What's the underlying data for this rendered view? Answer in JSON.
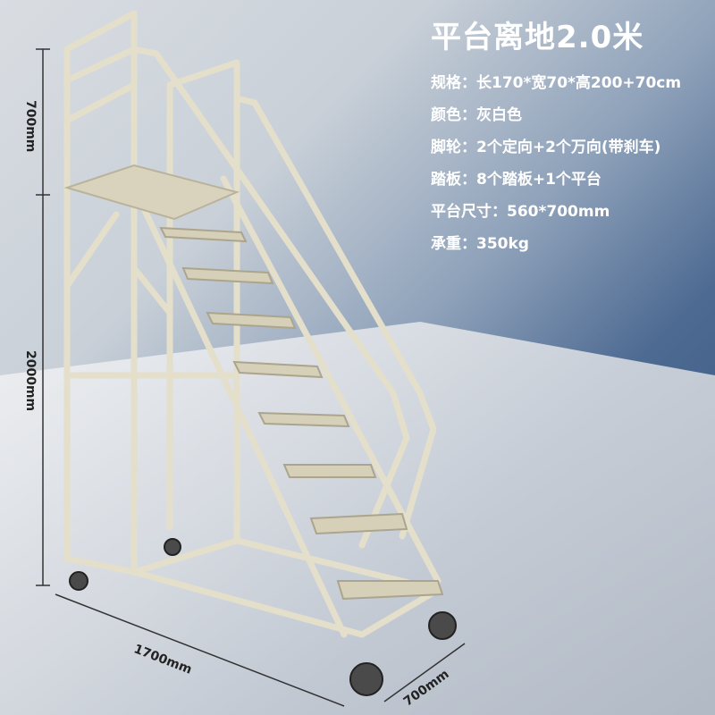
{
  "title": "平台离地2.0米",
  "specs": [
    {
      "label": "规格：",
      "value": "长170*宽70*高200+70cm"
    },
    {
      "label": "颜色：",
      "value": "灰白色"
    },
    {
      "label": "脚轮：",
      "value": "2个定向+2个万向(带刹车)"
    },
    {
      "label": "踏板：",
      "value": "8个踏板+1个平台"
    },
    {
      "label": "平台尺寸：",
      "value": "560*700mm"
    },
    {
      "label": "承重：",
      "value": "350kg"
    }
  ],
  "dimensions": {
    "rail_height": "700mm",
    "platform_height": "2000mm",
    "length": "1700mm",
    "width": "700mm"
  },
  "colors": {
    "frame": "#e2ddc9",
    "frame_shadow": "#b9b39c",
    "background_top": "#d9dde2",
    "background_blue": "#2f4f7c",
    "text": "#ffffff"
  }
}
